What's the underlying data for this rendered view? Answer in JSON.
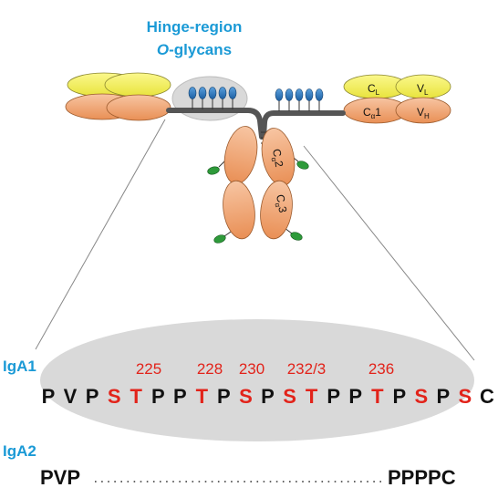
{
  "title": {
    "line1": "Hinge-region",
    "line2_italic": "O",
    "line2_rest": "-glycans"
  },
  "domains": {
    "cl": "C",
    "cl_sub": "L",
    "vl": "V",
    "vl_sub": "L",
    "ca1": "C",
    "ca1_sub": "α",
    "ca1_num": "1",
    "vh": "V",
    "vh_sub": "H",
    "ca2": "C",
    "ca2_sub": "α",
    "ca2_num": "2",
    "ca3": "C",
    "ca3_sub": "α",
    "ca3_num": "3"
  },
  "iga1": {
    "label": "IgA1",
    "positions": [
      "225",
      "228",
      "230",
      "232/3",
      "236"
    ],
    "sequence": [
      {
        "r": "P",
        "o": false
      },
      {
        "r": "V",
        "o": false
      },
      {
        "r": "P",
        "o": false
      },
      {
        "r": "S",
        "o": true
      },
      {
        "r": "T",
        "o": true
      },
      {
        "r": "P",
        "o": false
      },
      {
        "r": "P",
        "o": false
      },
      {
        "r": "T",
        "o": true
      },
      {
        "r": "P",
        "o": false
      },
      {
        "r": "S",
        "o": true
      },
      {
        "r": "P",
        "o": false
      },
      {
        "r": "S",
        "o": true
      },
      {
        "r": "T",
        "o": true
      },
      {
        "r": "P",
        "o": false
      },
      {
        "r": "P",
        "o": false
      },
      {
        "r": "T",
        "o": true
      },
      {
        "r": "P",
        "o": false
      },
      {
        "r": "S",
        "o": true
      },
      {
        "r": "P",
        "o": false
      },
      {
        "r": "S",
        "o": true
      },
      {
        "r": "C",
        "o": false
      }
    ]
  },
  "iga2": {
    "label": "IgA2",
    "start": "PVP",
    "end": "PPPPC"
  },
  "colors": {
    "blue_label": "#1b9ad6",
    "red_site": "#e2231a",
    "light_chain": "#f2ef5a",
    "heavy_chain": "#f0a779",
    "glycan": "#1e6db3",
    "green_glycan": "#2e9a3a",
    "hinge_highlight": "#d9d9d9"
  }
}
